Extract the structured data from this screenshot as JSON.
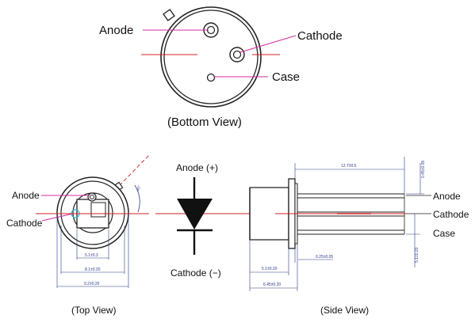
{
  "bottom_view": {
    "labels": {
      "anode": "Anode",
      "cathode": "Cathode",
      "case": "Case"
    },
    "caption": "(Bottom View)"
  },
  "top_view": {
    "labels": {
      "anode": "Anode",
      "cathode": "Cathode"
    },
    "caption": "(Top View)",
    "dimensions": {
      "inner": "5.1±0.3",
      "mid": "8.1±0.20",
      "outer": "9.2±0.20",
      "angle": "45°"
    }
  },
  "symbol": {
    "anode": "Anode (+)",
    "cathode": "Cathode (−)"
  },
  "side_view": {
    "labels": {
      "anode": "Anode",
      "cathode": "Cathode",
      "case": "Case"
    },
    "caption": "(Side View)",
    "dimensions": {
      "lead_length": "12.7±0.5",
      "lead_dia": "0.45±0.05",
      "cap_width": "5.1±0.20",
      "body_width": "6.45±0.20",
      "flange": "0.25±0.05",
      "pitch": "5.1±0.20"
    }
  },
  "colors": {
    "leader": "#d62aa0",
    "center_line": "#d42020",
    "dimension": "#2b3a8c",
    "cyan": "#3bb4d6"
  }
}
